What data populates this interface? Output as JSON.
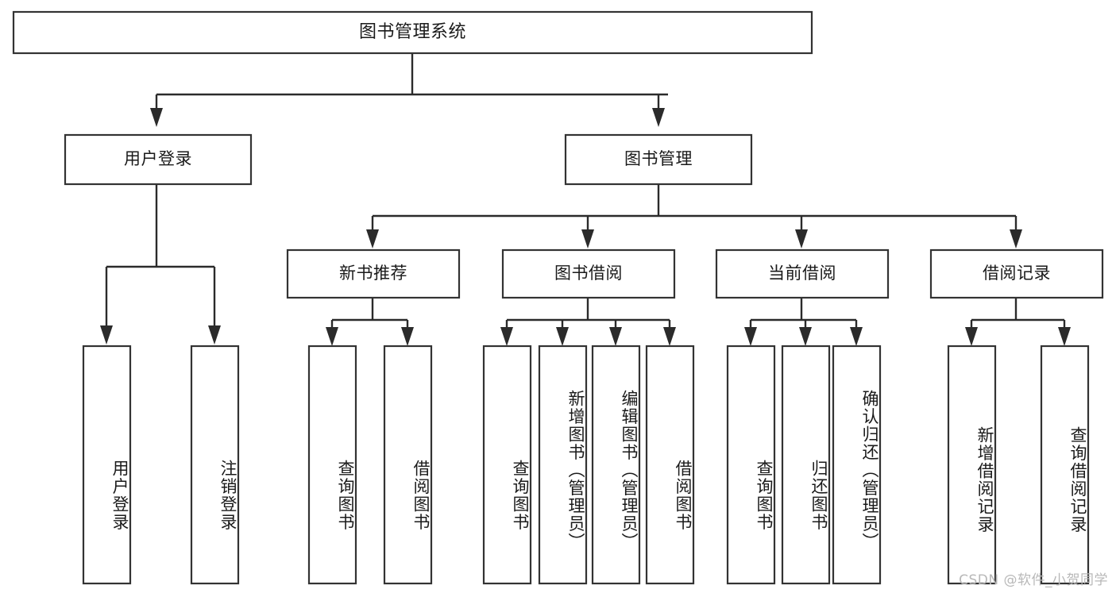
{
  "diagram": {
    "title": "图书管理系统",
    "type": "tree",
    "watermark": "CSDN @软件_小贺同学",
    "colors": {
      "box_stroke": "#333333",
      "box_fill": "#ffffff",
      "connector": "#2b2b2b",
      "text": "#1a1a1a",
      "watermark": "#b8b8b8",
      "background": "#ffffff"
    },
    "nodes": {
      "root": {
        "label": "图书管理系统"
      },
      "level2": [
        {
          "label": "用户登录"
        },
        {
          "label": "图书管理"
        }
      ],
      "level3": [
        {
          "label": "新书推荐"
        },
        {
          "label": "图书借阅"
        },
        {
          "label": "当前借阅"
        },
        {
          "label": "借阅记录"
        }
      ],
      "leaves_user_login": [
        {
          "label": "用户登录"
        },
        {
          "label": "注销登录"
        }
      ],
      "leaves_new_book": [
        {
          "label": "查询图书"
        },
        {
          "label": "借阅图书"
        }
      ],
      "leaves_borrow": [
        {
          "label": "查询图书"
        },
        {
          "label": "新增图书（管理员）"
        },
        {
          "label": "编辑图书（管理员）"
        },
        {
          "label": "借阅图书"
        }
      ],
      "leaves_current": [
        {
          "label": "查询图书"
        },
        {
          "label": "归还图书"
        },
        {
          "label": "确认归还（管理员）"
        }
      ],
      "leaves_record": [
        {
          "label": "新增借阅记录"
        },
        {
          "label": "查询借阅记录"
        }
      ]
    }
  }
}
